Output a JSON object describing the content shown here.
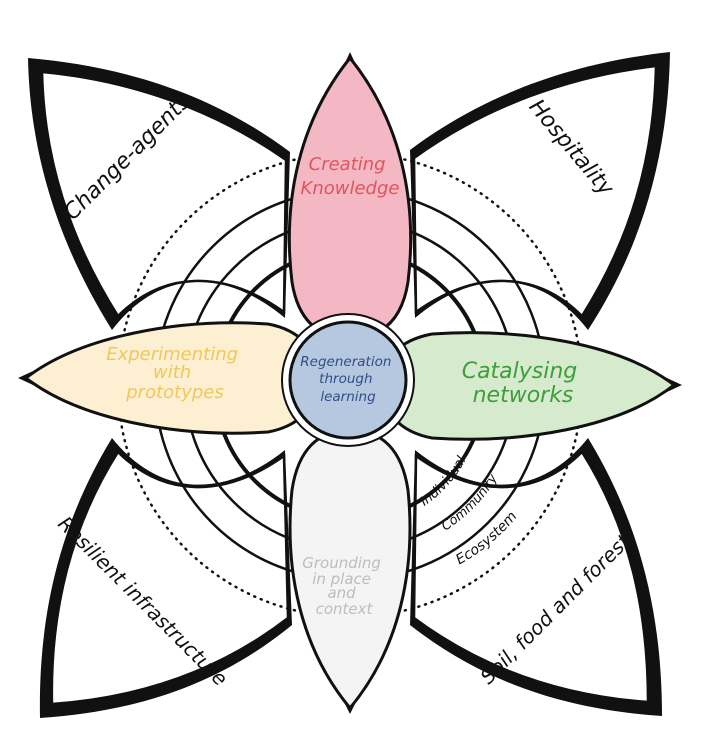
{
  "center": {
    "lines": [
      "Regeneration",
      "through",
      "learning"
    ],
    "fill": "#b6c8e0",
    "text_color": "#2f4f86"
  },
  "petals": {
    "top": {
      "lines": [
        "Creating",
        "Knowledge"
      ],
      "fill": "#f3b8c4",
      "text_color": "#e0555c"
    },
    "left": {
      "lines": [
        "Experimenting",
        "with",
        "prototypes"
      ],
      "fill": "#fdf0d2",
      "text_color": "#f0c75a"
    },
    "right": {
      "lines": [
        "Catalysing",
        "networks"
      ],
      "fill": "#d6ebcd",
      "text_color": "#3e9e3a"
    },
    "bottom": {
      "lines": [
        "Grounding",
        "in place",
        "and",
        "context"
      ],
      "fill": "#f4f4f4",
      "text_color": "#bdbdbd"
    }
  },
  "outer_petals": {
    "top_left": "Change-agents",
    "top_right": "Hospitality",
    "bottom_left": "Resilient infrastructure",
    "bottom_right": "Soil, food and forest"
  },
  "rings": {
    "inner": "Individual",
    "middle": "Community",
    "outer": "Ecosystem"
  }
}
